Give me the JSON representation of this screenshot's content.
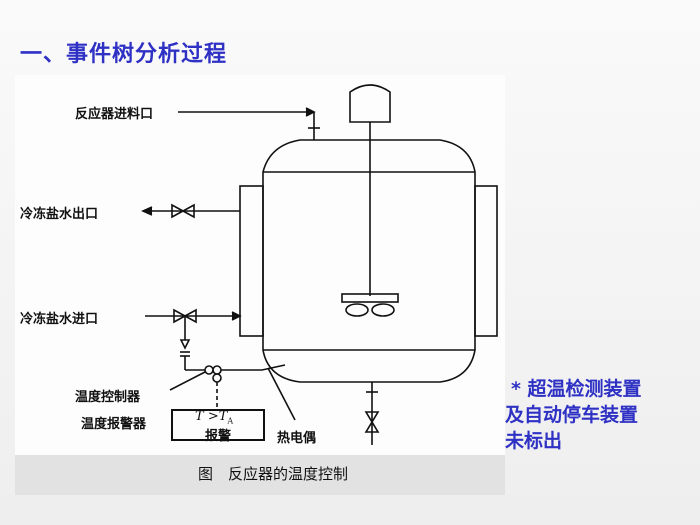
{
  "title": "一、事件树分析过程",
  "diagram": {
    "labels": {
      "feed_inlet": "反应器进料口",
      "brine_outlet": "冷冻盐水出口",
      "brine_inlet": "冷冻盐水进口",
      "temp_controller": "温度控制器",
      "temp_alarm": "温度报警器",
      "alarm_condition_T": "T",
      "alarm_condition_op": ">T",
      "alarm_condition_sub": "A",
      "alarm_text": "报警",
      "thermocouple": "热电偶"
    },
    "caption": "图　反应器的温度控制"
  },
  "note": {
    "line1": "* 超温检测装置",
    "line2": "及自动停车装置",
    "line3": "未标出"
  }
}
